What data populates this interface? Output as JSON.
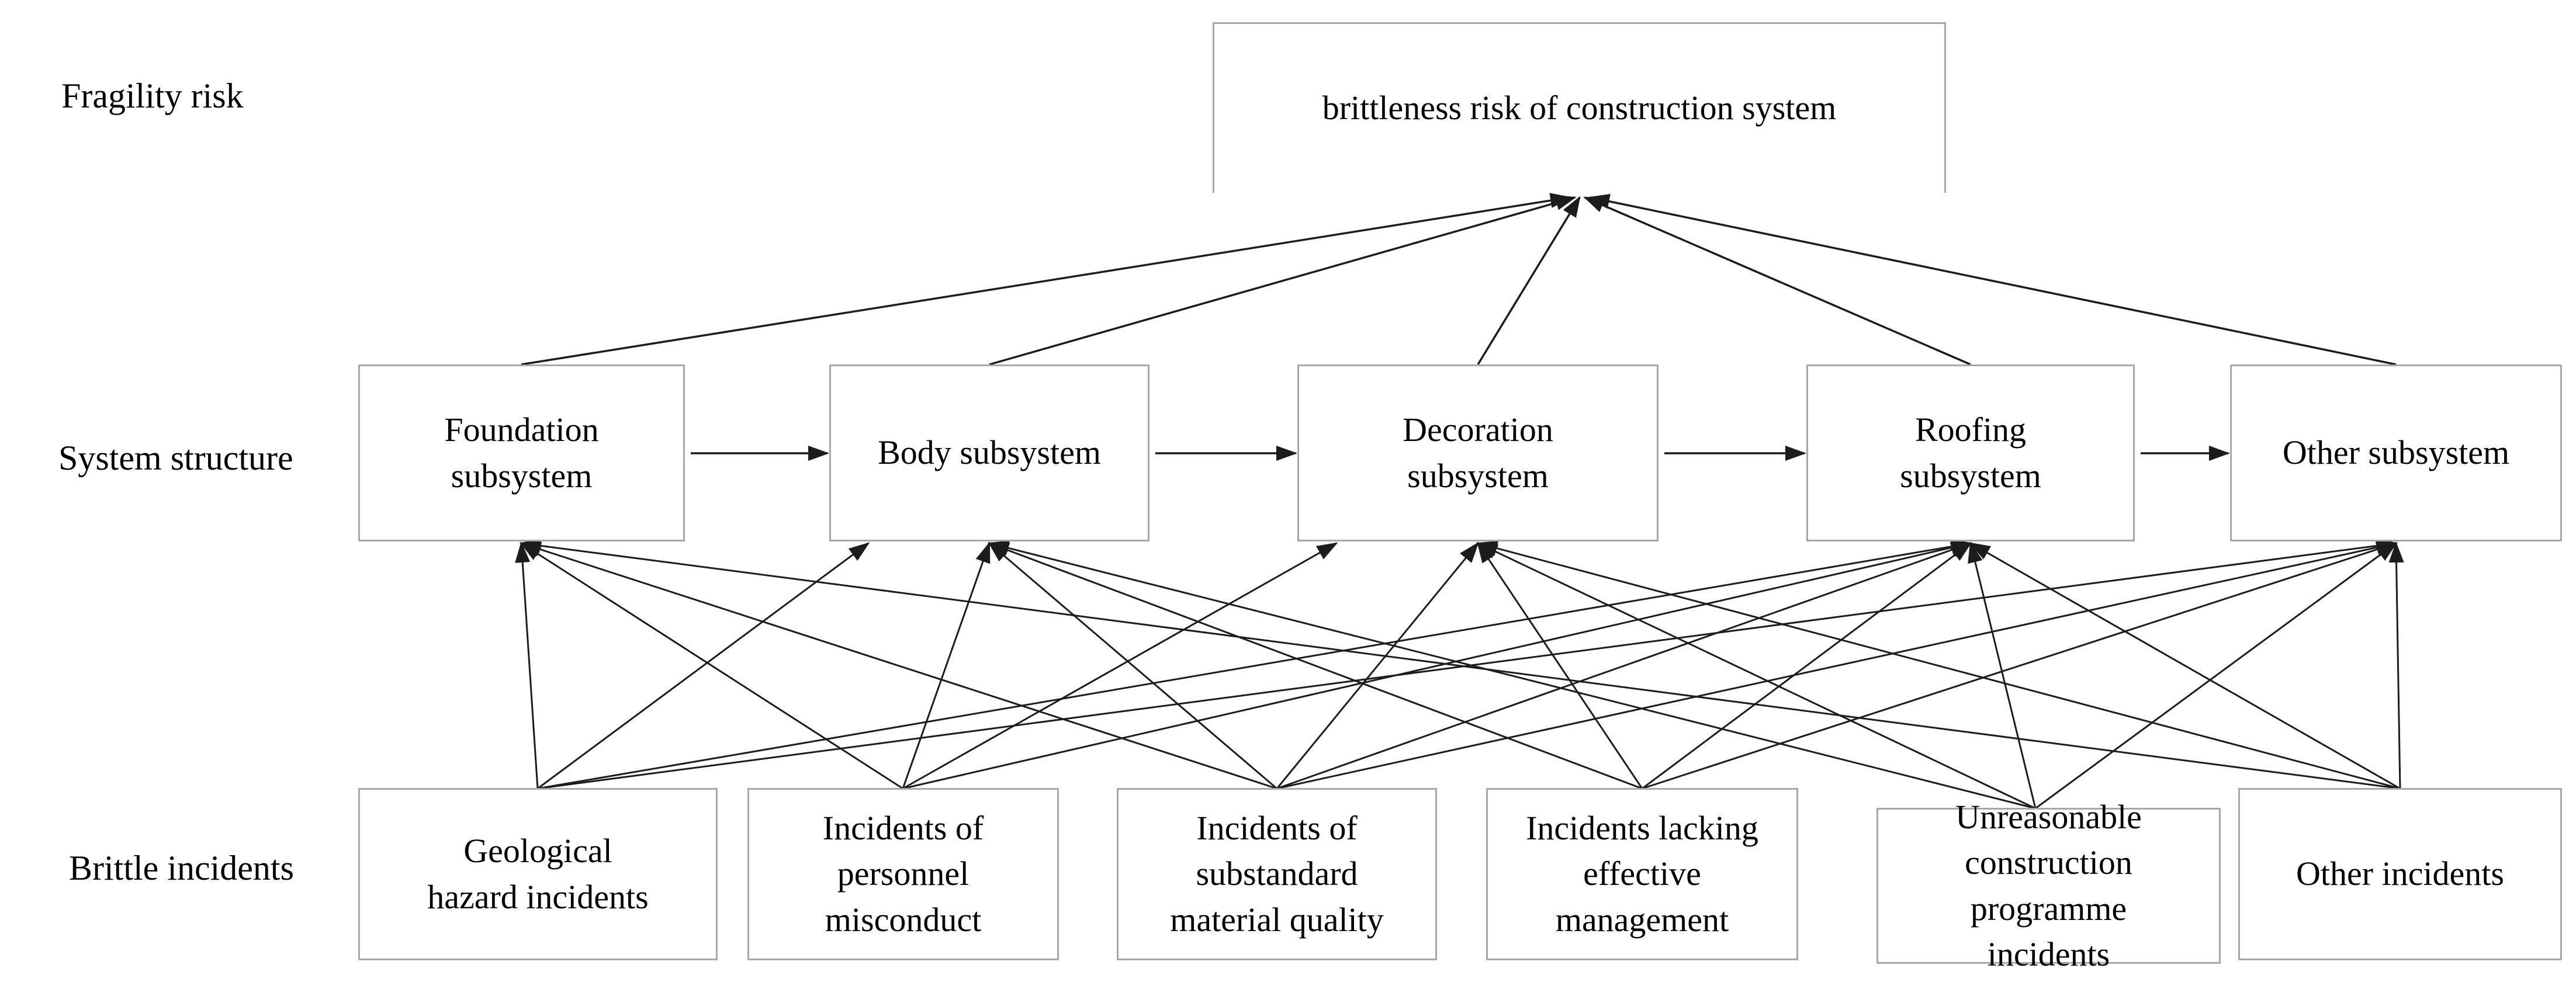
{
  "row_labels": {
    "fragility": "Fragility risk",
    "structure": "System structure",
    "incidents": "Brittle incidents"
  },
  "risk_box": {
    "label": "brittleness risk of construction system"
  },
  "subsystems": [
    {
      "id": "foundation",
      "label": "Foundation subsystem"
    },
    {
      "id": "body",
      "label": "Body subsystem"
    },
    {
      "id": "decoration",
      "label": "Decoration subsystem"
    },
    {
      "id": "roofing",
      "label": "Roofing subsystem"
    },
    {
      "id": "other_subsystem",
      "label": "Other subsystem"
    }
  ],
  "incidents": [
    {
      "id": "geological",
      "label": "Geological hazard incidents"
    },
    {
      "id": "personnel",
      "label": "Incidents of personnel misconduct"
    },
    {
      "id": "substandard",
      "label": "Incidents of substandard material quality"
    },
    {
      "id": "management",
      "label": "Incidents lacking effective management"
    },
    {
      "id": "unreasonable",
      "label": "Unreasonable construction programme incidents"
    },
    {
      "id": "other_incidents",
      "label": "Other incidents"
    }
  ],
  "connections": {
    "subsystem_to_risk": [
      "foundation",
      "body",
      "decoration",
      "roofing",
      "other_subsystem"
    ],
    "construction_sequence": [
      [
        "foundation",
        "body"
      ],
      [
        "body",
        "decoration"
      ],
      [
        "decoration",
        "roofing"
      ],
      [
        "roofing",
        "other_subsystem"
      ]
    ],
    "incident_to_subsystem": [
      [
        "geological",
        "foundation"
      ],
      [
        "geological",
        "body"
      ],
      [
        "geological",
        "roofing"
      ],
      [
        "geological",
        "other_subsystem"
      ],
      [
        "personnel",
        "foundation"
      ],
      [
        "personnel",
        "body"
      ],
      [
        "personnel",
        "decoration"
      ],
      [
        "personnel",
        "roofing"
      ],
      [
        "substandard",
        "foundation"
      ],
      [
        "substandard",
        "body"
      ],
      [
        "substandard",
        "decoration"
      ],
      [
        "substandard",
        "roofing"
      ],
      [
        "substandard",
        "other_subsystem"
      ],
      [
        "management",
        "body"
      ],
      [
        "management",
        "decoration"
      ],
      [
        "management",
        "roofing"
      ],
      [
        "management",
        "other_subsystem"
      ],
      [
        "unreasonable",
        "body"
      ],
      [
        "unreasonable",
        "decoration"
      ],
      [
        "unreasonable",
        "roofing"
      ],
      [
        "unreasonable",
        "other_subsystem"
      ],
      [
        "other_incidents",
        "foundation"
      ],
      [
        "other_incidents",
        "decoration"
      ],
      [
        "other_incidents",
        "roofing"
      ],
      [
        "other_incidents",
        "other_subsystem"
      ]
    ]
  },
  "colors": {
    "line": "#1c1c1c",
    "box_border": "#a8a8a8",
    "text": "#000000",
    "background": "#ffffff"
  }
}
